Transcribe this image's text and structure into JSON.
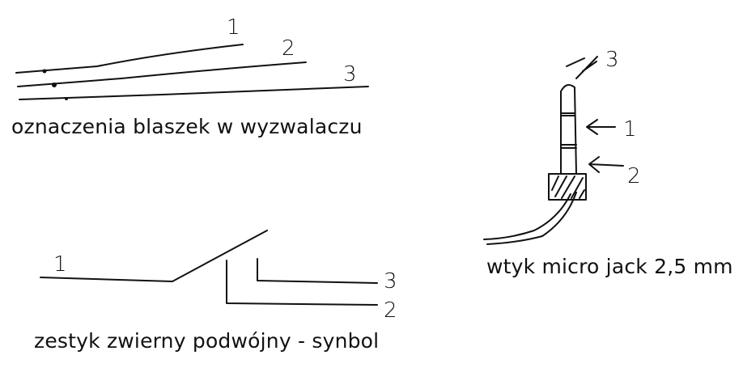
{
  "captions": {
    "trigger_contacts": "oznaczenia blaszek w wyzwalaczu",
    "plug": "wtyk micro jack 2,5 mm",
    "switch_symbol": "zestyk zwierny podwójny - synbol"
  },
  "trigger_labels": [
    "1",
    "2",
    "3"
  ],
  "plug_labels": [
    "3",
    "1",
    "2"
  ],
  "switch_labels": [
    "1",
    "3",
    "2"
  ]
}
